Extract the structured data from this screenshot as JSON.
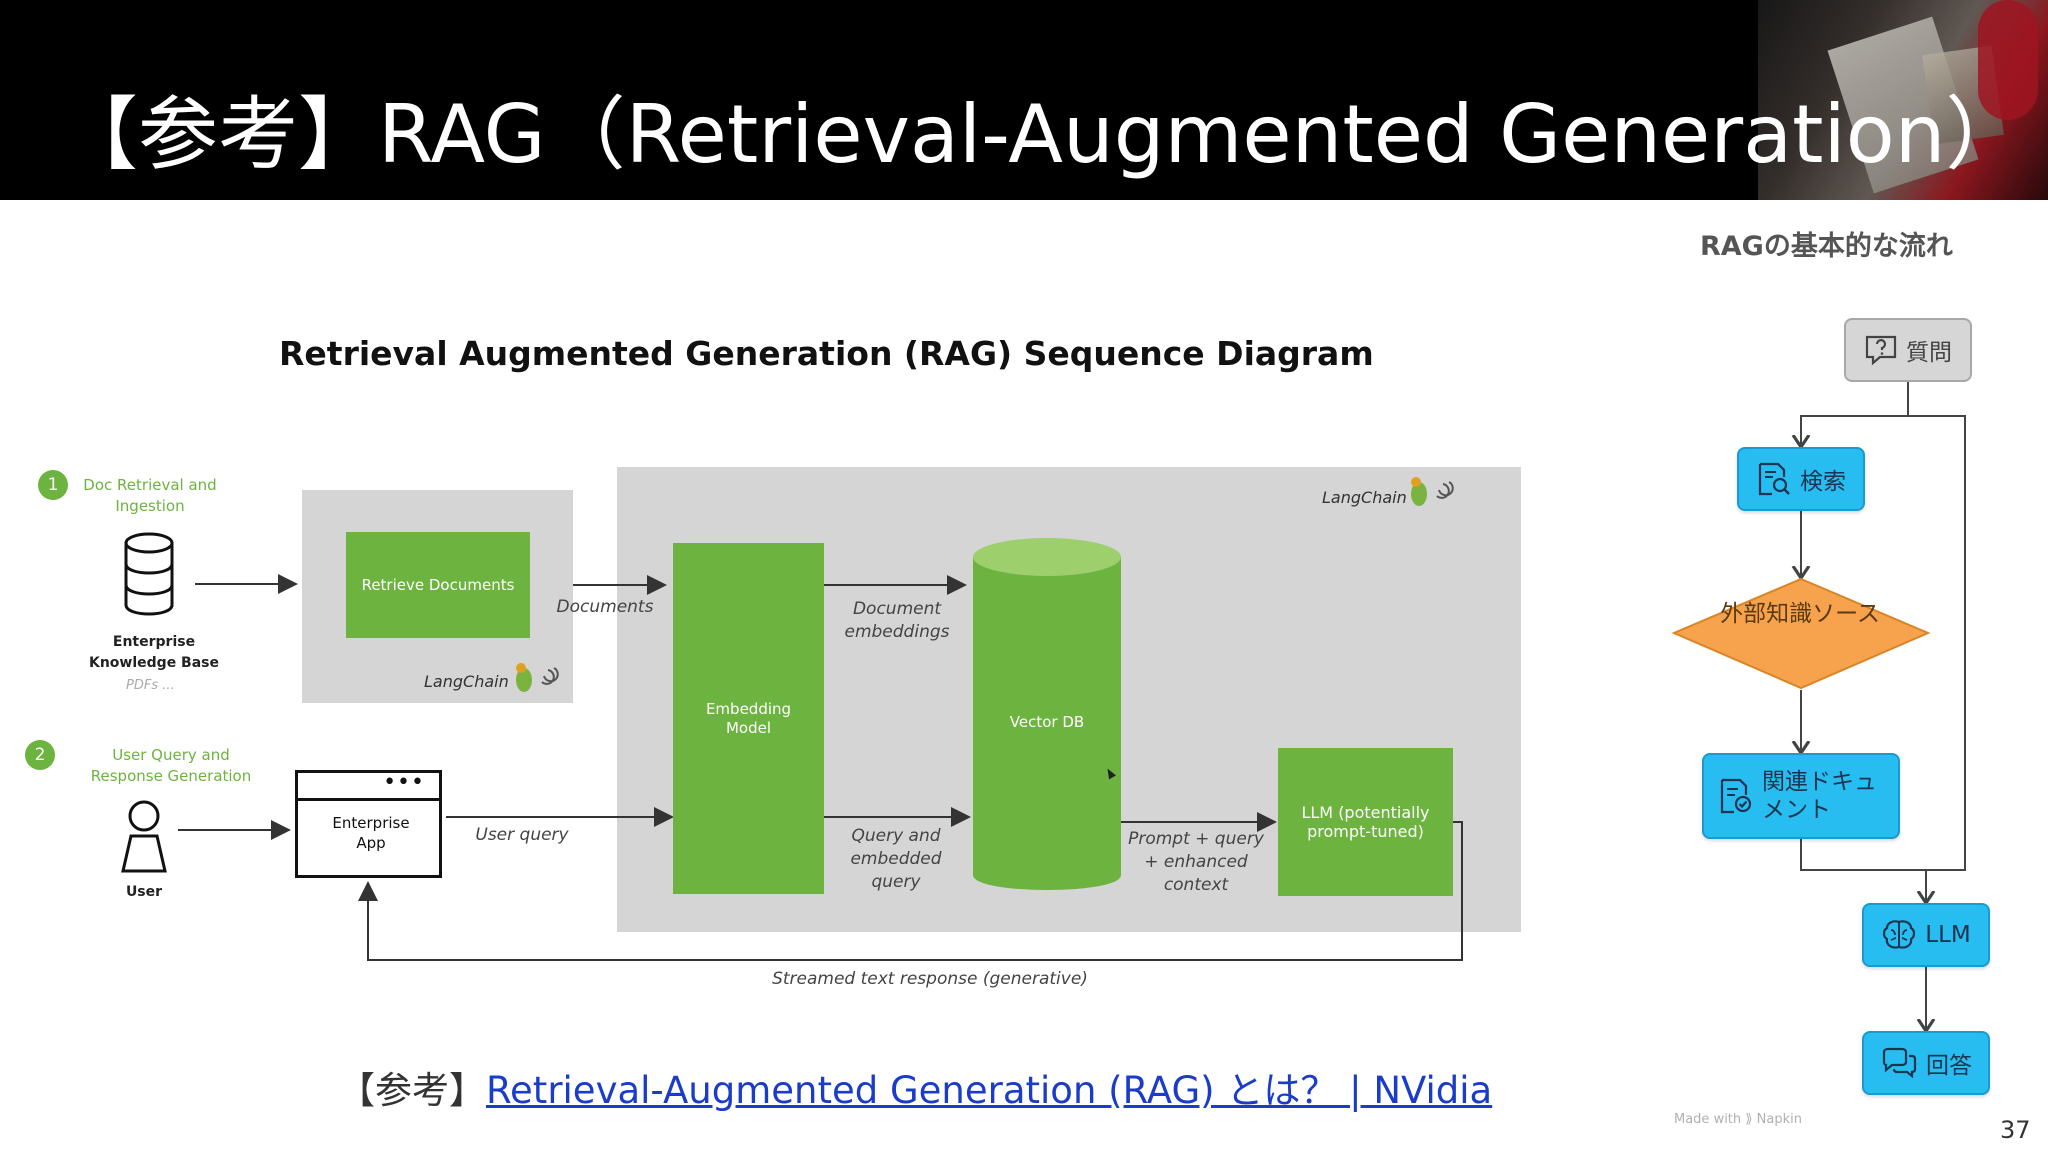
{
  "header": {
    "title": "【参考】RAG（Retrieval-Augmented Generation）"
  },
  "diagram": {
    "title": "Retrieval Augmented Generation (RAG) Sequence Diagram",
    "step1": {
      "number": "1",
      "label": "Doc Retrieval and Ingestion"
    },
    "step2": {
      "number": "2",
      "label": "User Query and Response Generation"
    },
    "knowledge_base": {
      "label": "Enterprise Knowledge Base",
      "sub": "PDFs ..."
    },
    "user_label": "User",
    "enterprise_app": "Enterprise App",
    "retrieve_documents": "Retrieve Documents",
    "embedding_model": "Embedding Model",
    "vector_db": "Vector DB",
    "llm": "LLM (potentially prompt-tuned)",
    "langchain": "LangChain",
    "labels": {
      "documents": "Documents",
      "document_embeddings": "Document embeddings",
      "user_query": "User query",
      "query_embedded": "Query and embedded query",
      "prompt_query": "Prompt + query + enhanced context",
      "streamed": "Streamed text response (generative)"
    }
  },
  "reference": {
    "prefix": "【参考】",
    "link_text": "Retrieval-Augmented Generation (RAG) とは？ | NVidia"
  },
  "flow": {
    "title": "RAGの基本的な流れ",
    "question": "質問",
    "search": "検索",
    "external_knowledge": "外部知識ソース",
    "related_docs": "関連ドキュメント",
    "llm": "LLM",
    "answer": "回答",
    "icons": [
      "question-icon",
      "search-doc-icon",
      "doc-check-icon",
      "brain-icon",
      "chat-icon"
    ]
  },
  "footer": {
    "made_with": "Made with ⟫ Napkin",
    "page_number": "37"
  },
  "colors": {
    "header_bg": "#000000",
    "green": "#6db33f",
    "gray_area": "#d5d5d5",
    "flow_blue": "#27bdf0",
    "flow_orange": "#f7a34d",
    "link": "#1a3cc8"
  }
}
